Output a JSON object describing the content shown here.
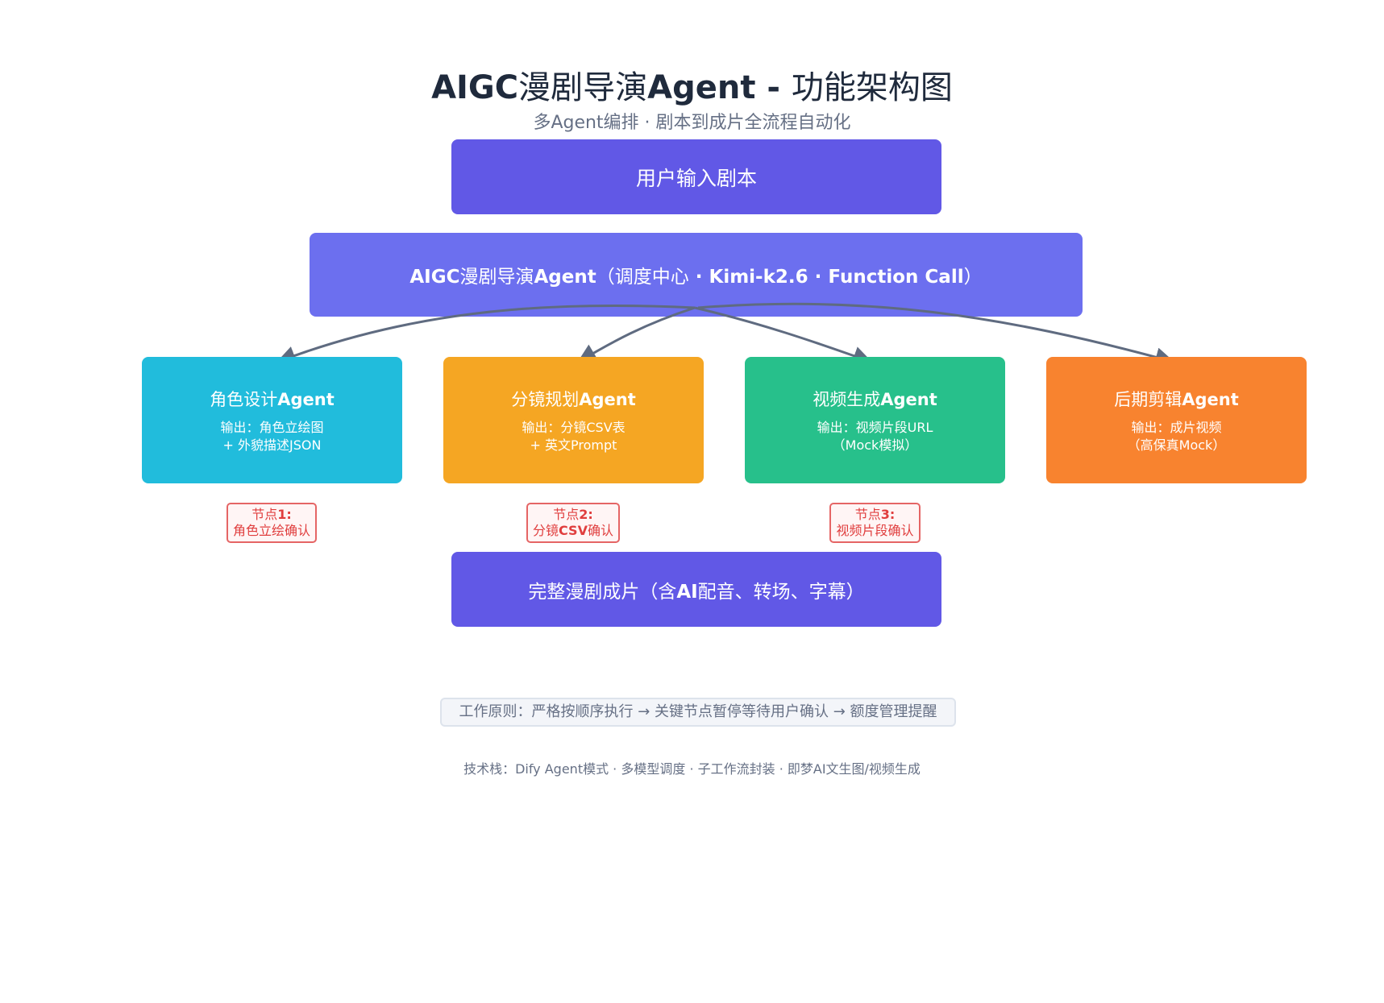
{
  "title": {
    "part1": "AIGC",
    "part2": "漫剧导演",
    "part3": "Agent - ",
    "part4": "功能架构图"
  },
  "subtitle": "多Agent编排 · 剧本到成片全流程自动化",
  "input_box": "用户输入剧本",
  "director": {
    "prefix": "AIGC",
    "middle": "漫剧导演",
    "agent": "Agent",
    "paren_open": "（调度中心",
    "mid_dot": " · ",
    "model": "Kimi-k2.6",
    "mid_dot2": " · ",
    "func": "Function Call",
    "paren_close": "）"
  },
  "agents": [
    {
      "name": "角色设计",
      "suffix": "Agent",
      "line1": "输出：角色立绘图",
      "line2": "+ 外貌描述JSON",
      "color": "#21bcdc"
    },
    {
      "name": "分镜规划",
      "suffix": "Agent",
      "line1": "输出：分镜CSV表",
      "line2": "+ 英文Prompt",
      "color": "#f5a623"
    },
    {
      "name": "视频生成",
      "suffix": "Agent",
      "line1": "输出：视频片段URL",
      "line2": "（Mock模拟）",
      "color": "#27c08b"
    },
    {
      "name": "后期剪辑",
      "suffix": "Agent",
      "line1": "输出：成片视频",
      "line2": "（高保真Mock）",
      "color": "#f8832f"
    }
  ],
  "nodes": [
    {
      "pre": "节点",
      "num": "1:",
      "line2a": "角色立绘确认",
      "line2b": ""
    },
    {
      "pre": "节点",
      "num": "2:",
      "line2a": "分镜",
      "line2b": "CSV",
      "line2c": "确认"
    },
    {
      "pre": "节点",
      "num": "3:",
      "line2a": "视频片段确认",
      "line2b": ""
    }
  ],
  "output_box": {
    "pre": "完整漫剧成片（含",
    "ai": "AI",
    "post": "配音、转场、字幕）"
  },
  "principle": "工作原则：严格按顺序执行 → 关键节点暂停等待用户确认 → 额度管理提醒",
  "tech_stack": "技术栈：Dify Agent模式 · 多模型调度 · 子工作流封装 · 即梦AI文生图/视频生成",
  "colors": {
    "primary": "#6158e6",
    "director": "#6c6fef",
    "arrow": "#5f6b80",
    "node_border": "#e56565",
    "node_text": "#e03e3e"
  }
}
